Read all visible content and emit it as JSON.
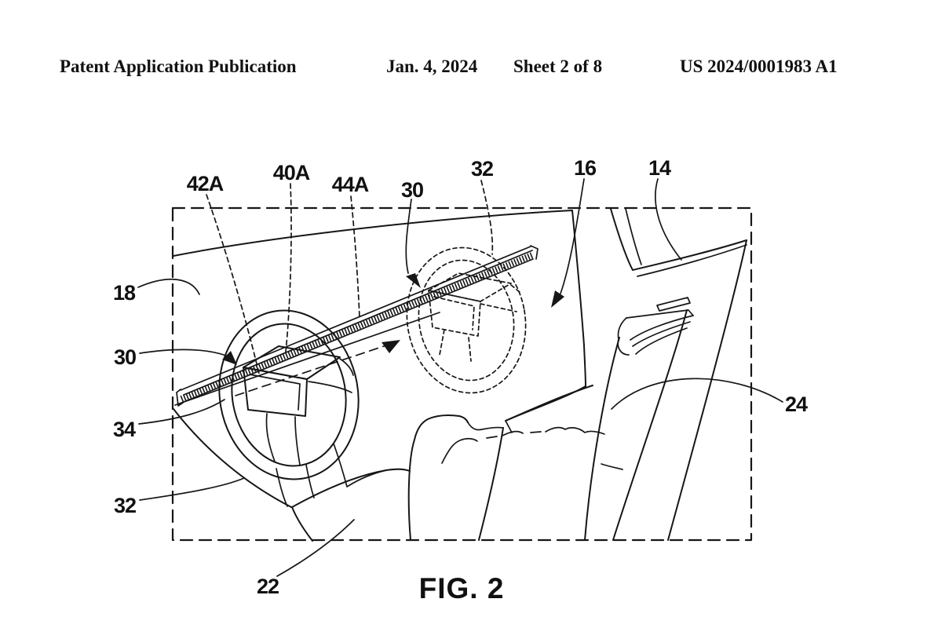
{
  "header": {
    "publication": "Patent Application Publication",
    "date": "Jan. 4, 2024",
    "sheet": "Sheet 2 of 8",
    "doc_number": "US 2024/0001983 A1"
  },
  "figure": {
    "caption": "FIG. 2",
    "labels": {
      "l42a": "42A",
      "l40a": "40A",
      "l44a": "44A",
      "l30top": "30",
      "l32top": "32",
      "l16": "16",
      "l14": "14",
      "l18": "18",
      "l30left": "30",
      "l34": "34",
      "l32left": "32",
      "l24": "24",
      "l22": "22"
    }
  }
}
